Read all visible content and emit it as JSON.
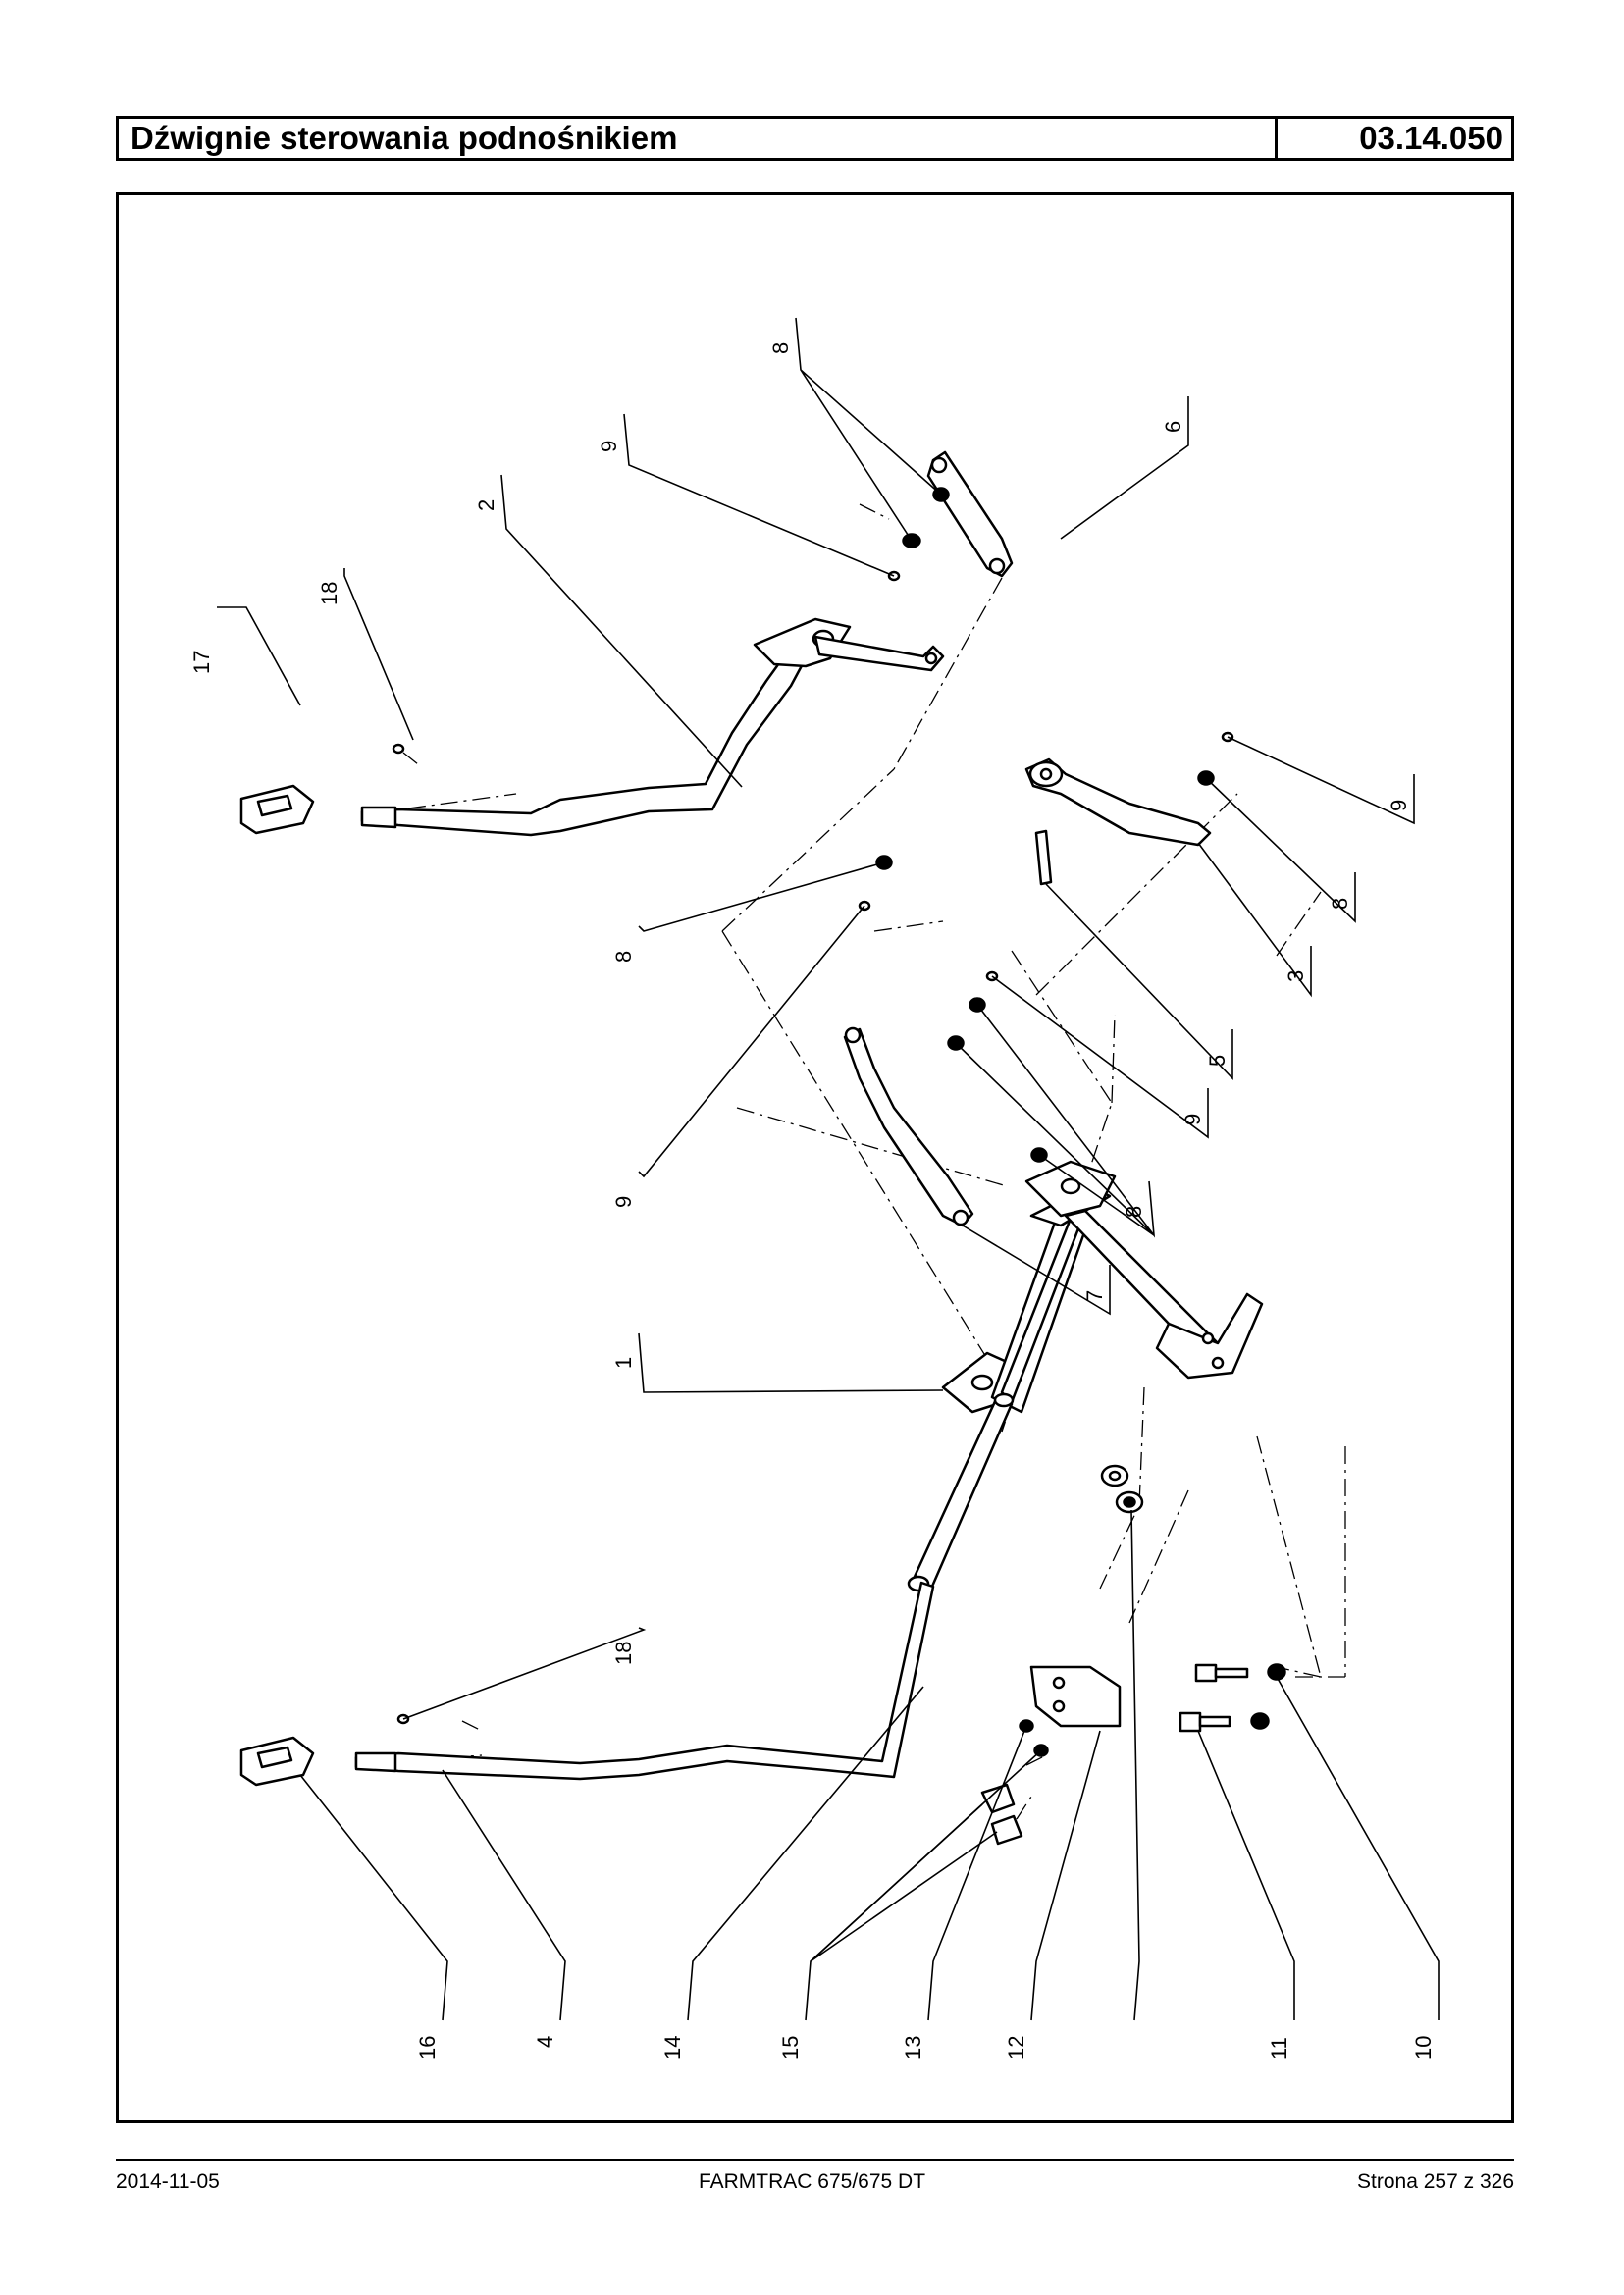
{
  "header": {
    "title": "Dźwignie sterowania podnośnikiem",
    "code": "03.14.050"
  },
  "footer": {
    "date": "2014-11-05",
    "model": "FARMTRAC 675/675 DT",
    "page": "Strona 257 z 326"
  },
  "diagram": {
    "callouts": [
      "1",
      "2",
      "3",
      "4",
      "5",
      "6",
      "7",
      "8",
      "9",
      "10",
      "11",
      "12",
      "13",
      "14",
      "15",
      "16",
      "17",
      "18"
    ]
  }
}
